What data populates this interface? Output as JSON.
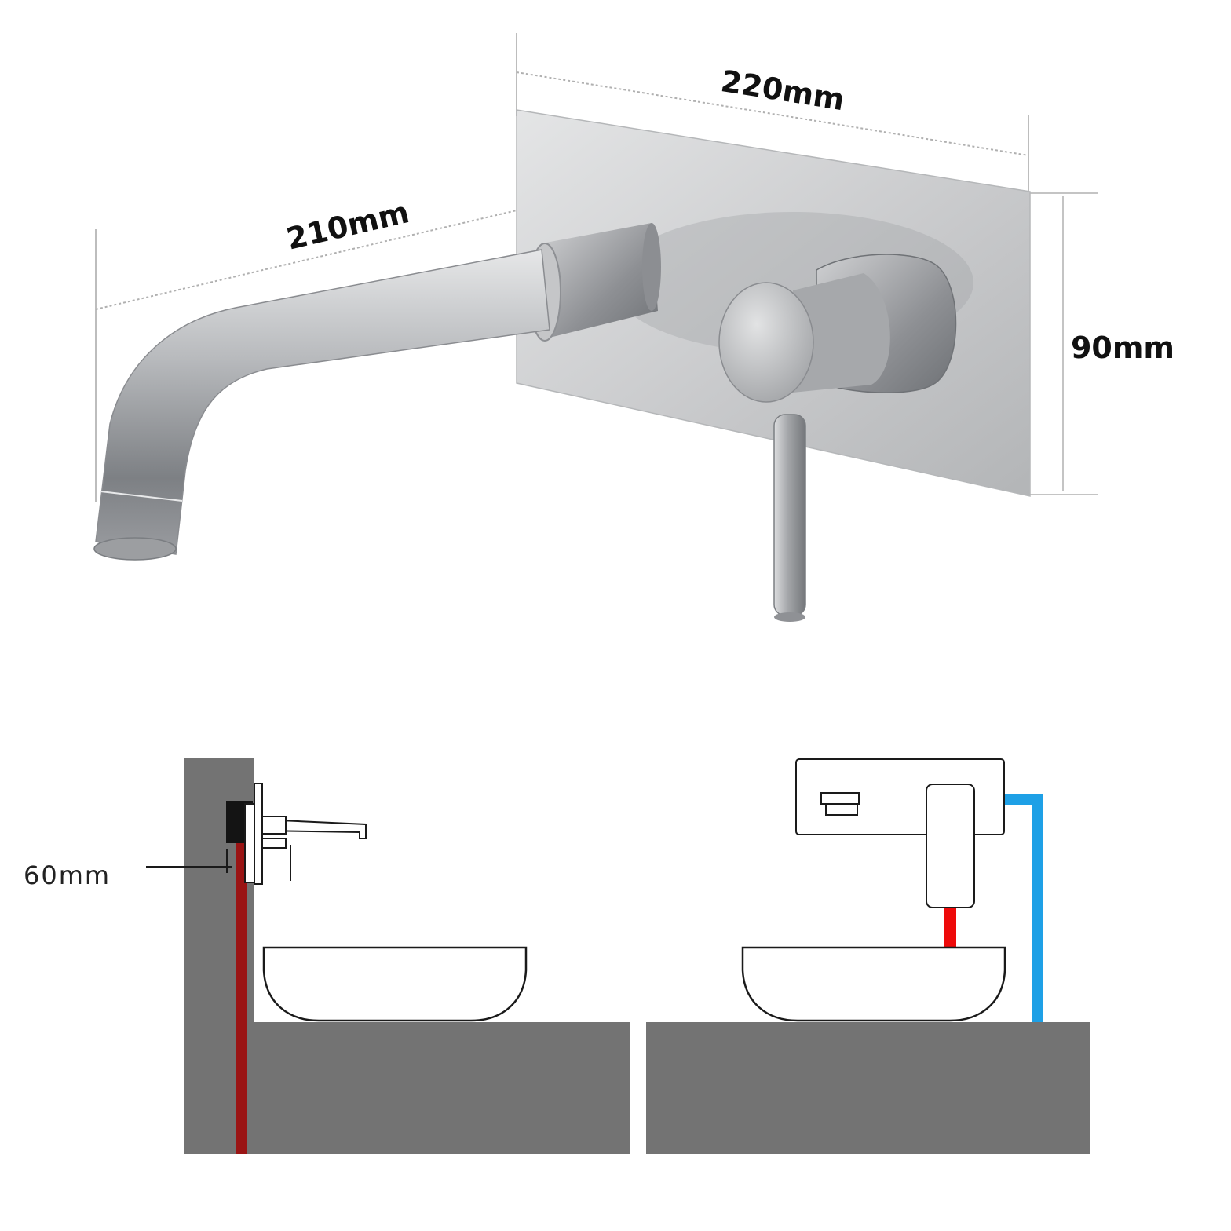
{
  "dimensions": {
    "plate_width": "220mm",
    "spout_length": "210mm",
    "plate_height": "90mm",
    "wall_depth": "60mm"
  },
  "colors": {
    "background": "#ffffff",
    "wall": "#737373",
    "hot_pipe_side": "#9a1414",
    "hot_pipe_front": "#ee0a0a",
    "cold_pipe": "#1ea0e6",
    "steel_light": "#d9dadc",
    "steel_mid": "#a9abae",
    "steel_dark": "#74777b",
    "outline": "#1a1a1a"
  }
}
